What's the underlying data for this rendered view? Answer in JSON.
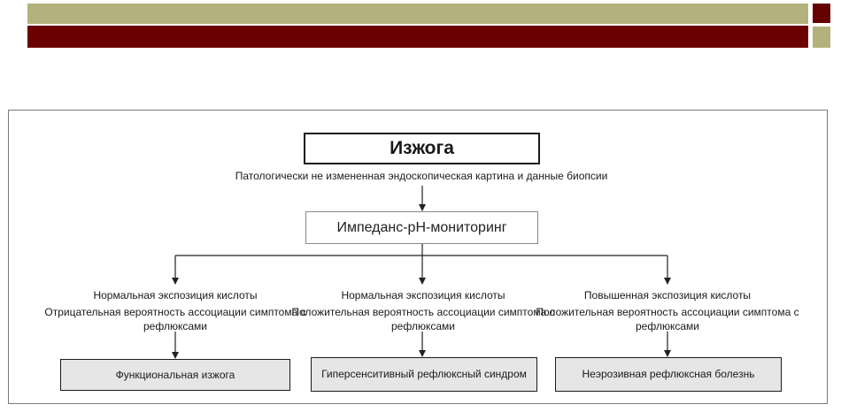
{
  "slide": {
    "accent_olive": "#b3b27c",
    "accent_maroon": "#6b0000"
  },
  "diagram": {
    "title": "Изжога",
    "condition": "Патологически не измененная эндоскопическая картина и данные биопсии",
    "method": "Импеданс-рН-мониторинг",
    "branches": [
      {
        "exposure": "Нормальная экспозиция кислоты",
        "association": "Отрицательная вероятность ассоциации симптома с рефлюксами",
        "result": "Функциональная изжога"
      },
      {
        "exposure": "Нормальная экспозиция кислоты",
        "association": "Положительная вероятность ассоциации симптома с рефлюксами",
        "result": "Гиперсенситивный рефлюксный синдром"
      },
      {
        "exposure": "Повышенная экспозиция кислоты",
        "association": "Положительная вероятность ассоциации симптома с рефлюксами",
        "result": "Неэрозивная рефлюксная болезнь"
      }
    ]
  }
}
